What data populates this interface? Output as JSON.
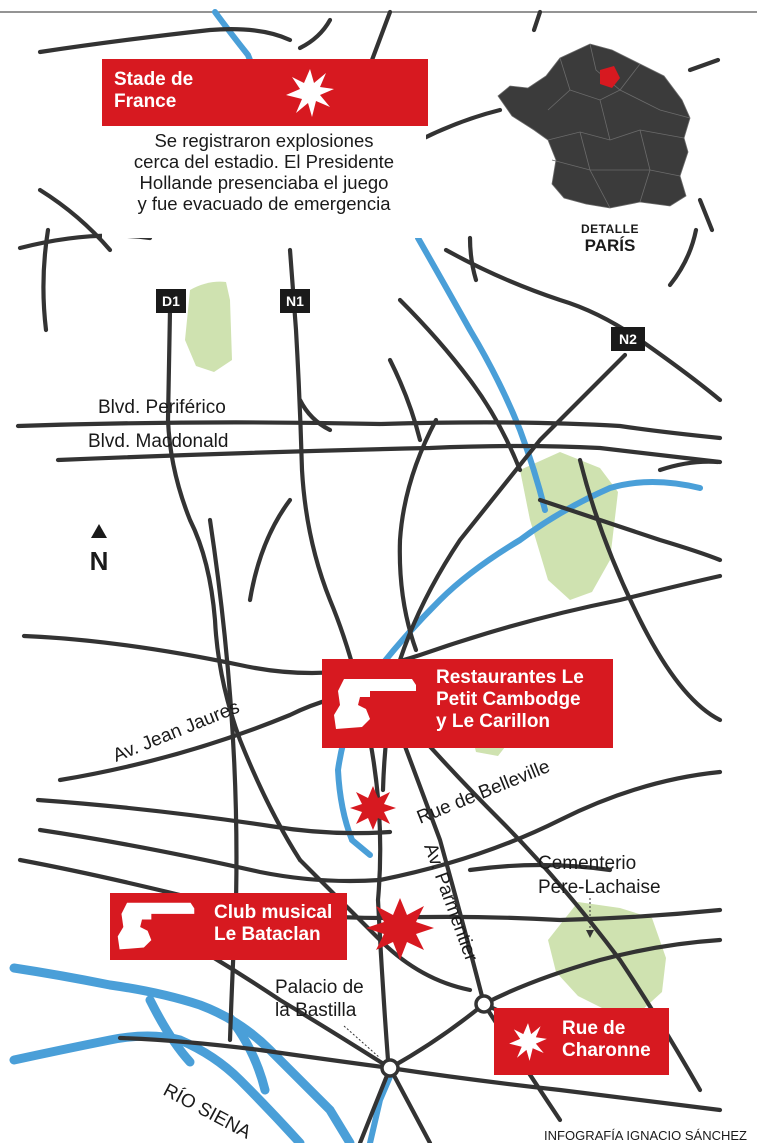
{
  "roads": {
    "d1": "D1",
    "n1": "N1",
    "n2": "N2"
  },
  "streets": {
    "peripherique": "Blvd. Periférico",
    "macdonald": "Blvd. Macdonald",
    "jean_jaures": "Av. Jean Jaures",
    "belleville": "Rue de Belleville",
    "parmentier": "Av. Parmentier",
    "seine": "RÍO SIENA"
  },
  "compass": {
    "label": "N",
    "icon": "north-arrow-icon"
  },
  "landmarks": {
    "cemetery_line1": "Cementerio",
    "cemetery_line2": "Père-Lachaise",
    "bastille_line1": "Palacio de",
    "bastille_line2": "la Bastilla"
  },
  "attacks": {
    "stade": {
      "line1": "Stade de",
      "line2": "France",
      "icon": "explosion-icon",
      "note": [
        "Se registraron explosiones",
        "cerca del estadio. El Presidente",
        "Hollande presenciaba el juego",
        "y fue evacuado de emergencia"
      ]
    },
    "restaurants": {
      "line1": "Restaurantes Le",
      "line2": "Petit Cambodge",
      "line3": "y Le Carillon",
      "icon": "gun-icon"
    },
    "bataclan": {
      "line1": "Club musical",
      "line2": "Le Bataclan",
      "icon": "gun-icon"
    },
    "charonne": {
      "line1": "Rue de",
      "line2": "Charonne",
      "icon": "explosion-icon"
    }
  },
  "inset": {
    "label_small": "DETALLE",
    "label_big": "PARÍS"
  },
  "credit": "INFOGRAFÍA IGNACIO SÁNCHEZ",
  "colors": {
    "red": "#d71920",
    "road": "#333333",
    "river": "#4a9fd8",
    "park": "#cfe2b0",
    "france": "#3b3b3b"
  }
}
